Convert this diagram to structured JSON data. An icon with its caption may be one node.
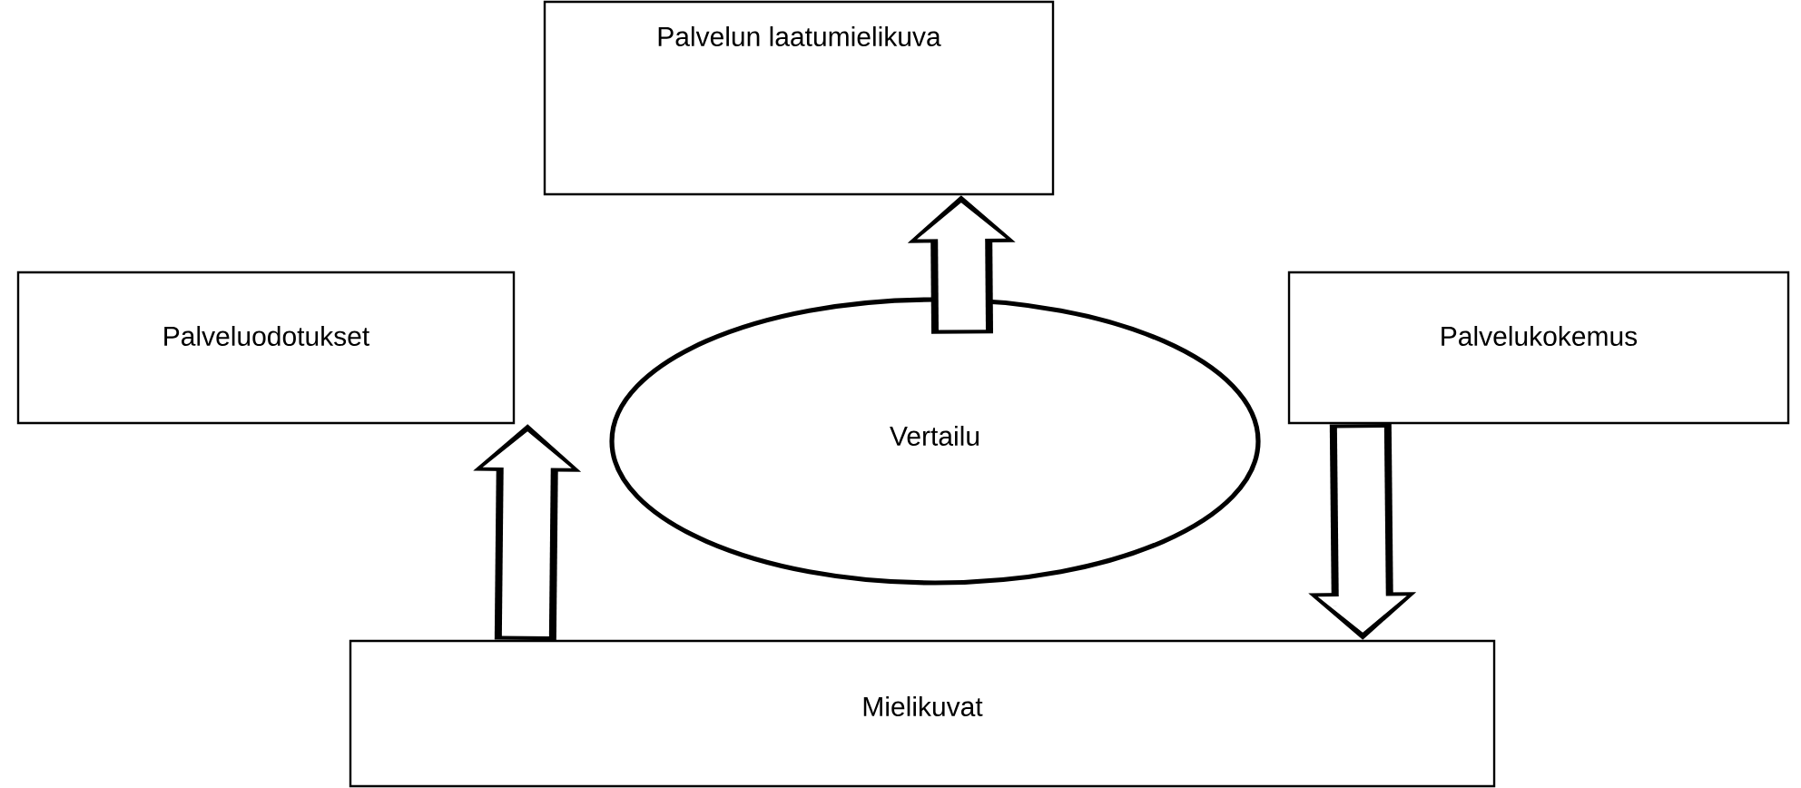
{
  "diagram": {
    "nodes": [
      {
        "text": [
          "Palvelun laatumielikuva"
        ]
      },
      {
        "text": [
          "Palveluodotukset"
        ]
      },
      {
        "text": [
          "Vertailu"
        ]
      },
      {
        "text": [
          "Palvelukokemus"
        ]
      },
      {
        "text": [
          "Mielikuvat"
        ]
      }
    ],
    "edges": [
      {
        "from": 2,
        "to": 0,
        "arrow": "to"
      },
      {
        "from": 4,
        "to": 1,
        "arrow": "to"
      },
      {
        "from": 3,
        "to": 4,
        "arrow": "to"
      }
    ]
  }
}
